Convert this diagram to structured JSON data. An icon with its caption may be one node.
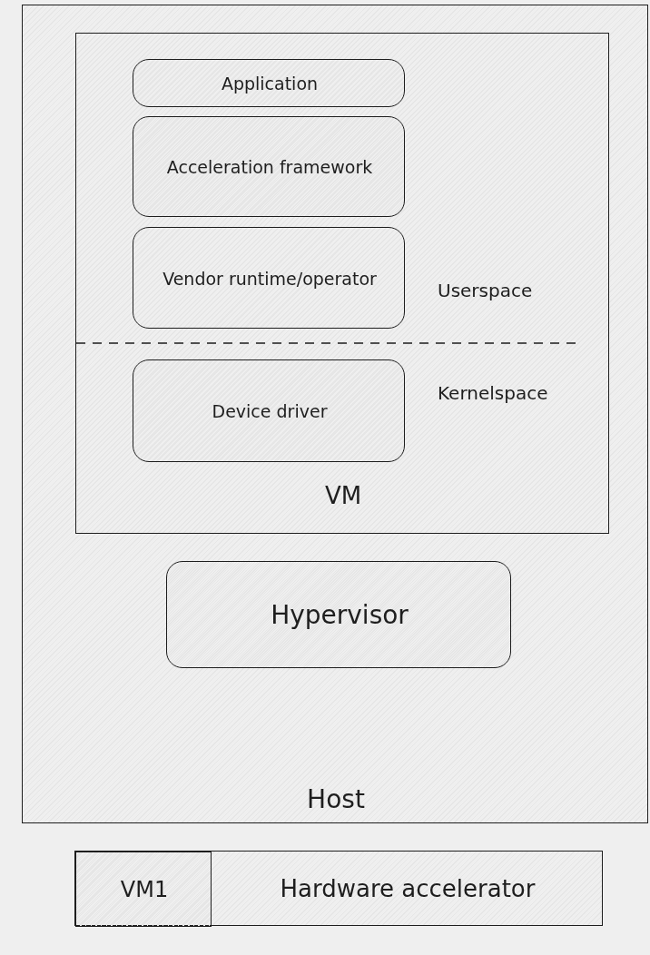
{
  "diagram": {
    "nodes": [
      {
        "text": [
          "Host"
        ]
      },
      {
        "text": [
          "VM"
        ],
        "in": 0
      },
      {
        "text": [
          "Application"
        ],
        "in": 1
      },
      {
        "text": [
          "Acceleration framework"
        ],
        "in": 1
      },
      {
        "text": [
          "Vendor runtime/operator"
        ],
        "in": 1
      },
      {
        "text": [
          "Device driver"
        ],
        "in": 1
      },
      {
        "text": [
          "Hypervisor"
        ],
        "in": 0
      },
      {
        "text": [
          "Hardware accelerator"
        ]
      },
      {
        "text": [
          "VM1"
        ],
        "in": 7
      }
    ],
    "labels": [
      "Userspace",
      "Kernelspace"
    ]
  }
}
